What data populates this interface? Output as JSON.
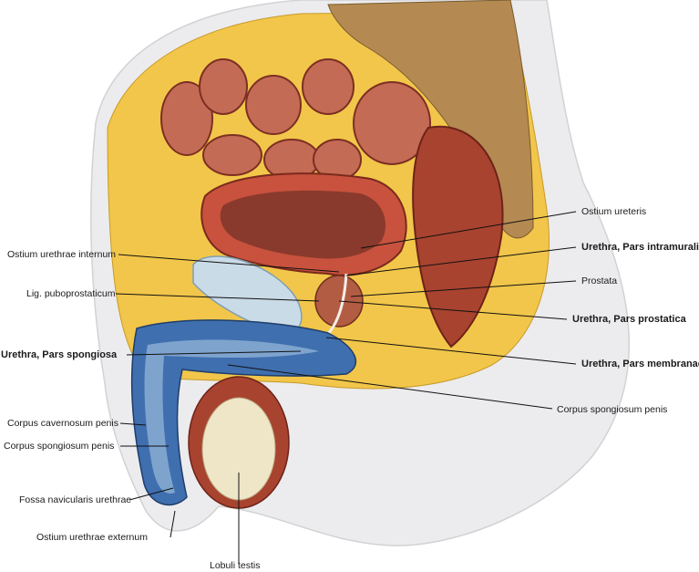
{
  "labels": {
    "ostium_ureteris": "Ostium ureteris",
    "ostium_urethrae_internum": "Ostium urethrae internum",
    "urethra_pars_intramuralis": "Urethra, Pars intramuralis",
    "prostata": "Prostata",
    "lig_puboprostaticum": "Lig. puboprostaticum",
    "urethra_pars_prostatica": "Urethra, Pars prostatica",
    "urethra_pars_spongiosa": "Urethra, Pars spongiosa",
    "urethra_pars_membranacea": "Urethra, Pars membranacea",
    "corpus_spongiosum_penis_right": "Corpus spongiosum penis",
    "corpus_cavernosum_penis": "Corpus cavernosum penis",
    "corpus_spongiosum_penis_left": "Corpus spongiosum penis",
    "fossa_navicularis_urethrae": "Fossa navicularis urethrae",
    "ostium_urethrae_externum": "Ostium urethrae externum",
    "lobuli_testis": "Lobuli testis"
  },
  "colors": {
    "skin": "#ececee",
    "fat": "#f2c64a",
    "muscle": "#a8432f",
    "bladder_wall": "#c8523e",
    "bladder_lumen": "#8a3a2c",
    "pubic_bone": "#c9dbe7",
    "spongy_tissue": "#3f6fae",
    "sacrum": "#b48a52",
    "prostate": "#b35c44",
    "testis": "#efe6c8",
    "leader": "#111111"
  }
}
